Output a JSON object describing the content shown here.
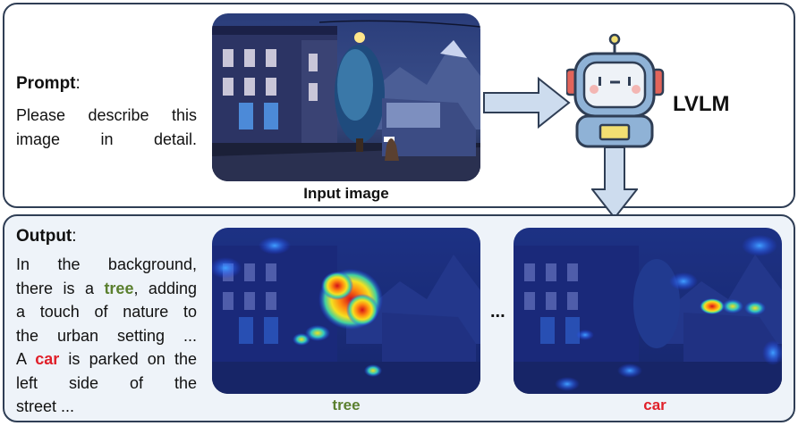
{
  "prompt": {
    "label": "Prompt",
    "colon": ":",
    "text": "Please describe this image in detail."
  },
  "input_image": {
    "caption": "Input image"
  },
  "model": {
    "name": "LVLM"
  },
  "output": {
    "label": "Output",
    "colon": ":",
    "line1": "In the background,",
    "line2_pre": "there is a ",
    "line2_keyword": "tree",
    "line2_post": ", adding",
    "line3": "a touch of nature to",
    "line4": "the urban setting ...",
    "line5_pre": "A ",
    "line5_keyword": "car",
    "line5_post": " is parked on the",
    "line6": "left side of the",
    "line7": "street ..."
  },
  "heatmaps": [
    {
      "caption": "tree",
      "color": "#5a7f2e"
    },
    {
      "caption": "car",
      "color": "#e0202a"
    }
  ],
  "ellipsis": "...",
  "colors": {
    "panel_border": "#2f3e55",
    "bottom_panel_bg": "#eef3f9",
    "arrow_fill": "#cddcee",
    "arrow_stroke": "#2f3e55",
    "robot_body": "#8fb2d6",
    "robot_accent": "#f2df72",
    "robot_ears": "#e2645a"
  }
}
